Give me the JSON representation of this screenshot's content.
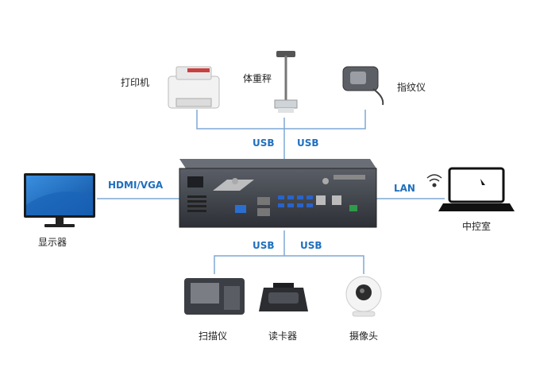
{
  "devices": {
    "printer": "打印机",
    "scale": "体重秤",
    "fingerprint": "指纹仪",
    "monitor": "显示器",
    "control_room": "中控室",
    "scanner": "扫描仪",
    "card_reader": "读卡器",
    "camera": "摄像头"
  },
  "links": {
    "top_usb_left": "USB",
    "top_usb_right": "USB",
    "bottom_usb_left": "USB",
    "bottom_usb_right": "USB",
    "video": "HDMI/VGA",
    "network": "LAN"
  },
  "colors": {
    "line": "#7fa8d6",
    "label_blue": "#1f6fbf",
    "chassis": "#3a3d44"
  }
}
